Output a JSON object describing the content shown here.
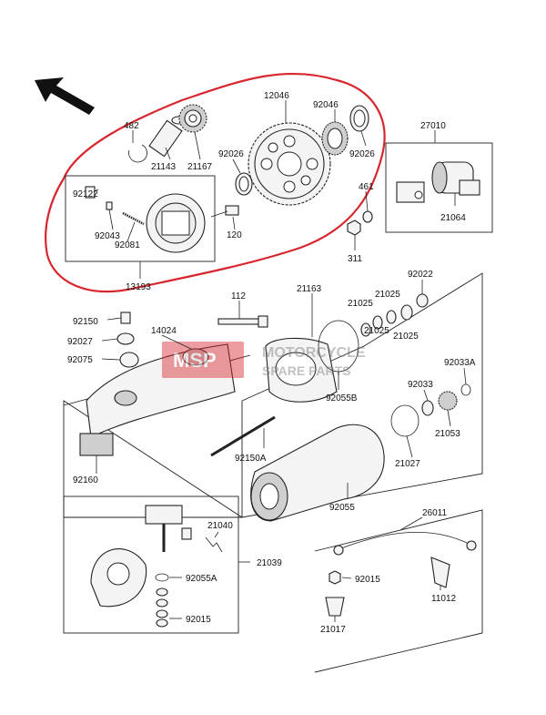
{
  "accent": "#d8262e",
  "watermark": {
    "logo_text": "MSP",
    "line1": "MOTORCYCLE",
    "line2": "SPARE PARTS"
  },
  "labels": {
    "p482": "482",
    "p12046": "12046",
    "p92046": "92046",
    "p27010": "27010",
    "p21143": "21143",
    "p21167": "21167",
    "p92026a": "92026",
    "p92026b": "92026",
    "p461": "461",
    "p21064": "21064",
    "p92122": "92122",
    "p92043": "92043",
    "p92081": "92081",
    "p120": "120",
    "p311": "311",
    "p13193": "13193",
    "p112": "112",
    "p21163": "21163",
    "p92022": "92022",
    "p21025a": "21025",
    "p21025b": "21025",
    "p21025c": "21025",
    "p21025d": "21025",
    "p92150": "92150",
    "p14024": "14024",
    "p92027": "92027",
    "p92075": "92075",
    "p92033A": "92033A",
    "p92033": "92033",
    "p92055B": "92055B",
    "p21053": "21053",
    "p21027": "21027",
    "p92160": "92160",
    "p92150A": "92150A",
    "p92055": "92055",
    "p26011": "26011",
    "p21040": "21040",
    "p21039": "21039",
    "p92055A": "92055A",
    "p92015a": "92015",
    "p92015b": "92015",
    "p11012": "11012",
    "p21017": "21017"
  }
}
